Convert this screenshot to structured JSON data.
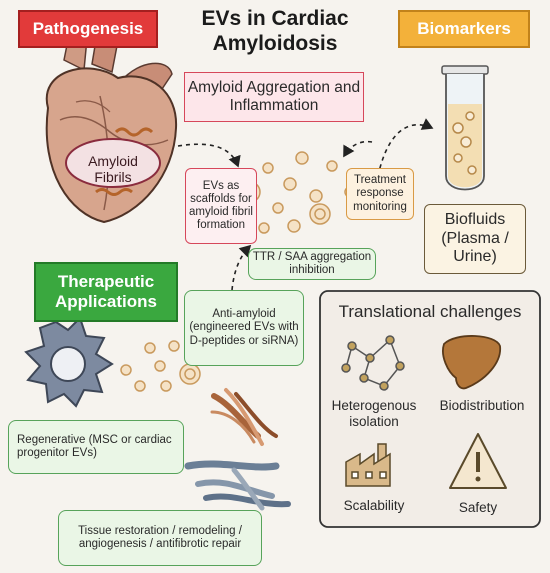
{
  "title": {
    "line1": "EVs in Cardiac",
    "line2": "Amyloidosis"
  },
  "pathogenesis": {
    "banner": "Pathogenesis",
    "amyloid_label": "Amyloid Fibrils"
  },
  "biomarkers": {
    "banner": "Biomarkers",
    "biofluids": "Biofluids (Plasma / Urine)"
  },
  "aggregation": {
    "label": "Amyloid Aggregation and Inflammation"
  },
  "scaffold_note": "EVs as scaffolds for amyloid fibril formation",
  "monitoring_note": "Treatment response monitoring",
  "ttr_note": "TTR / SAA aggregation inhibition",
  "therapeutic": {
    "banner": "Therapeutic Applications",
    "anti_amyloid": "Anti-amyloid (engineered EVs with D-peptides or siRNA)",
    "regenerative": "Regenerative (MSC or cardiac progenitor EVs)",
    "tissue_restoration": "Tissue restoration / remodeling / angiogenesis / antifibrotic repair"
  },
  "challenges": {
    "title": "Translational challenges",
    "items": [
      {
        "label": "Heterogenous isolation",
        "icon": "network-icon"
      },
      {
        "label": "Biodistribution",
        "icon": "liver-icon"
      },
      {
        "label": "Scalability",
        "icon": "factory-icon"
      },
      {
        "label": "Safety",
        "icon": "warning-icon"
      }
    ]
  },
  "colors": {
    "pathogenesis_red": "#e23a3a",
    "biomarkers_orange": "#f3b13a",
    "therapeutic_green": "#3aa83f",
    "cell_blue": "#7d8aa0",
    "vesicle_fill": "#f3dcbc"
  }
}
